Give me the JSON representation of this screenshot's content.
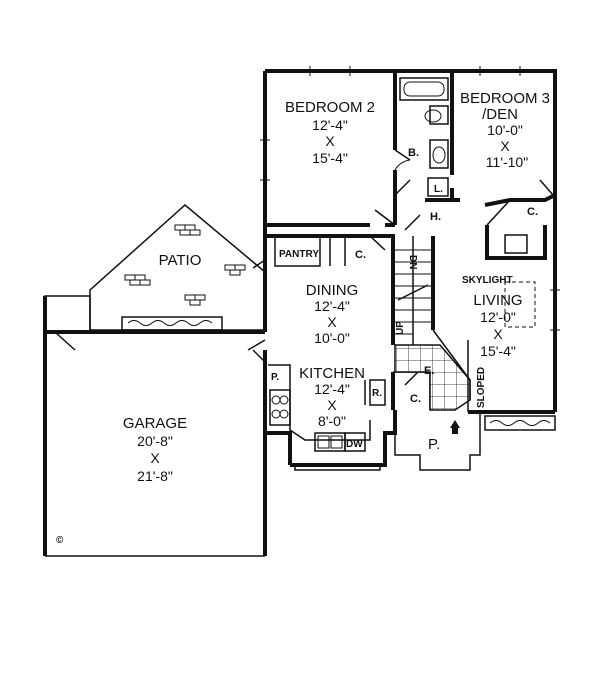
{
  "plan": {
    "rooms": {
      "bedroom2": {
        "name": "BEDROOM 2",
        "w": "12'-4\"",
        "x": "X",
        "h": "15'-4\""
      },
      "bedroom3": {
        "name1": "BEDROOM 3",
        "name2": "/DEN",
        "w": "10'-0\"",
        "x": "X",
        "h": "11'-10\""
      },
      "patio": {
        "name": "PATIO"
      },
      "dining": {
        "name": "DINING",
        "w": "12'-4\"",
        "x": "X",
        "h": "10'-0\""
      },
      "living": {
        "name": "LIVING",
        "w": "12'-0\"",
        "x": "X",
        "h": "15'-4\""
      },
      "kitchen": {
        "name": "KITCHEN",
        "w": "12'-4\"",
        "x": "X",
        "h": "8'-0\""
      },
      "garage": {
        "name": "GARAGE",
        "w": "20'-8\"",
        "x": "X",
        "h": "21'-8\""
      }
    },
    "labels": {
      "b": "B.",
      "l": "L.",
      "h": "H.",
      "c_bed3": "C.",
      "pantry": "PANTRY",
      "c_hall": "C.",
      "dn": "DN",
      "up": "UP",
      "skylight": "SKYLIGHT",
      "p_kitchen": "P.",
      "r": "R.",
      "c_entry": "C.",
      "e": "E.",
      "sloped": "SLOPED",
      "dw": "DW",
      "p_porch": "P.",
      "copyright": "©"
    }
  }
}
